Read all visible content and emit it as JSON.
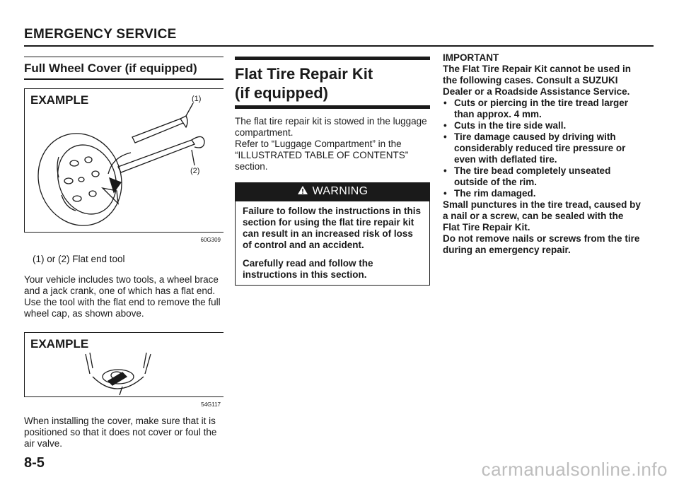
{
  "header": {
    "title": "EMERGENCY SERVICE"
  },
  "left": {
    "section_title": "Full Wheel Cover (if equipped)",
    "figure1": {
      "label": "EXAMPLE",
      "callout_1": "(1)",
      "callout_2": "(2)",
      "code": "60G309"
    },
    "caption": "(1) or (2) Flat end tool",
    "para1": "Your vehicle includes two tools, a wheel brace and a jack crank, one of which has a flat end.",
    "para2": "Use the tool with the flat end to remove the full wheel cap, as shown above.",
    "figure2": {
      "label": "EXAMPLE",
      "code": "54G117"
    },
    "para3": "When installing the cover, make sure that it is positioned so that it does not cover or foul the air valve."
  },
  "middle": {
    "title_line1": "Flat Tire Repair Kit",
    "title_line2": "(if equipped)",
    "para1": "The flat tire repair kit is stowed in the luggage compartment.",
    "para2": "Refer to “Luggage Compartment” in the “ILLUSTRATED TABLE OF CONTENTS” section.",
    "warning": {
      "heading": "WARNING",
      "para1": "Failure to follow the instructions in this section for using the flat tire repair kit can result in an increased risk of loss of control and an accident.",
      "para2": "Carefully read and follow the instructions in this section."
    }
  },
  "right": {
    "heading": "IMPORTANT",
    "intro": "The Flat Tire Repair Kit cannot be used in the following cases. Consult a SUZUKI Dealer or a Roadside Assistance Service.",
    "bullets": [
      "Cuts or piercing in the tire tread larger than approx. 4 mm.",
      "Cuts in the tire side wall.",
      "Tire damage caused by driving with considerably reduced tire pressure or even with deflated tire.",
      "The tire bead completely unseated outside of the rim.",
      "The rim damaged."
    ],
    "closing1": "Small punctures in the tire tread, caused by a nail or a screw, can be sealed with the Flat Tire Repair Kit.",
    "closing2": "Do not remove nails or screws from the tire during an emergency repair."
  },
  "footer": {
    "page_number": "8-5",
    "watermark": "carmanualsonline.info"
  }
}
